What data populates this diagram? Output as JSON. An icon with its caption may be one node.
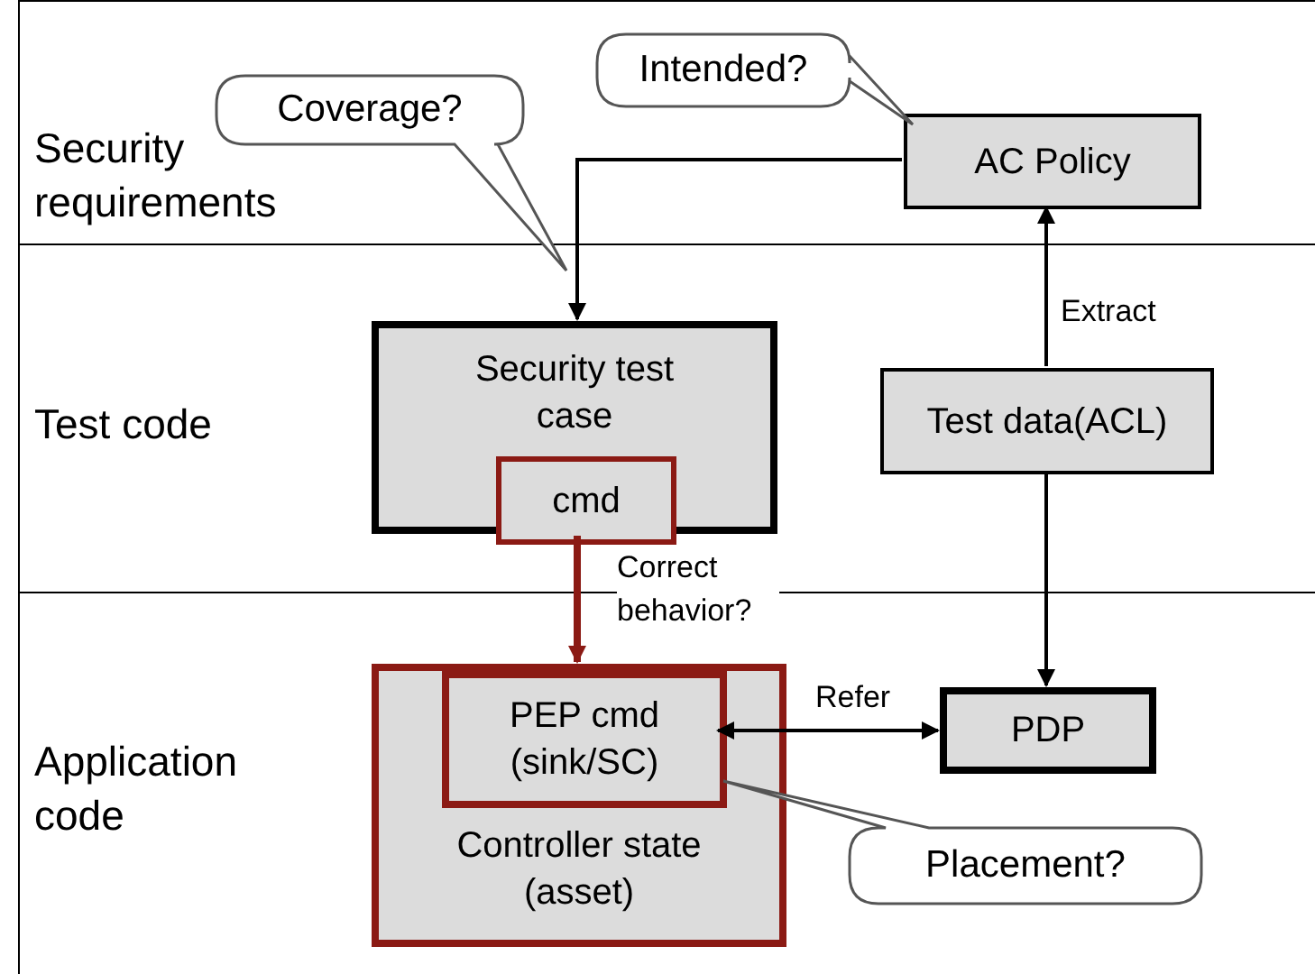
{
  "diagram": {
    "nodes": [
      {
        "text": [
          "Security requirements"
        ]
      },
      {
        "text": [
          "Coverage?"
        ]
      },
      {
        "text": [
          "Intended?"
        ],
        "in": 0
      },
      {
        "text": [
          "AC Policy"
        ],
        "in": 0
      },
      {
        "text": [
          "Test code"
        ]
      },
      {
        "text": [
          "Security test case"
        ],
        "in": 4
      },
      {
        "text": [
          "cmd"
        ],
        "in": 5
      },
      {
        "text": [
          "Test data(ACL)"
        ],
        "in": 4
      },
      {
        "text": [
          "Application code"
        ]
      },
      {
        "text": [
          "Controller state (asset)"
        ],
        "in": 8
      },
      {
        "text": [
          "PEP cmd (sink/SC)"
        ],
        "in": 9
      },
      {
        "text": [
          "PDP"
        ],
        "in": 8
      },
      {
        "text": [
          "Placement?"
        ],
        "in": 8
      }
    ],
    "edges": [
      {
        "from": 3,
        "to": 5,
        "arrow": "to"
      },
      {
        "from": 7,
        "to": 3,
        "label": "Extract",
        "arrow": "to"
      },
      {
        "from": 7,
        "to": 11,
        "arrow": "to"
      },
      {
        "from": 6,
        "to": 9,
        "label": "Correct behavior?",
        "arrow": "to",
        "style": "thick",
        "color": "#8b1a14"
      },
      {
        "from": 10,
        "to": 11,
        "label": "Refer",
        "arrow": "both"
      }
    ]
  }
}
